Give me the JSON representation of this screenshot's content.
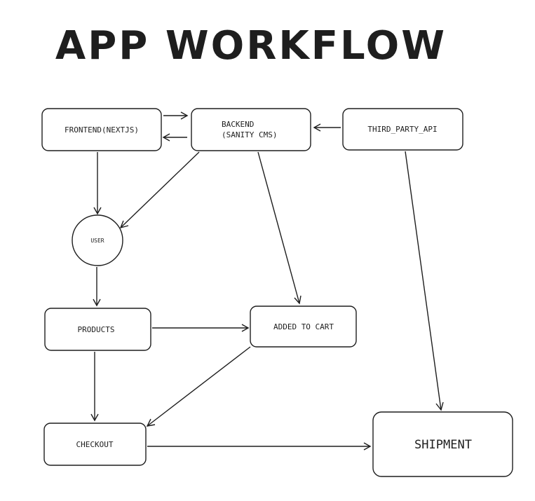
{
  "diagram": {
    "title": "APP WORKFLOW",
    "stroke_color": "#1e1e1e",
    "background_color": "#ffffff",
    "nodes": {
      "frontend": {
        "label": "FRONTEND(NEXTJS)"
      },
      "backend": {
        "label_line1": "BACKEND",
        "label_line2": "(SANITY CMS)"
      },
      "third_party_api": {
        "label": "THIRD_PARTY_API"
      },
      "user": {
        "label": "USER"
      },
      "products": {
        "label": "PRODUCTS"
      },
      "added_to_cart": {
        "label": "ADDED TO CART"
      },
      "checkout": {
        "label": "CHECKOUT"
      },
      "shipment": {
        "label": "SHIPMENT"
      }
    },
    "edges": [
      {
        "from": "frontend",
        "to": "backend"
      },
      {
        "from": "backend",
        "to": "frontend"
      },
      {
        "from": "third_party_api",
        "to": "backend"
      },
      {
        "from": "frontend",
        "to": "user"
      },
      {
        "from": "backend",
        "to": "user"
      },
      {
        "from": "backend",
        "to": "added_to_cart"
      },
      {
        "from": "third_party_api",
        "to": "shipment"
      },
      {
        "from": "user",
        "to": "products"
      },
      {
        "from": "products",
        "to": "added_to_cart"
      },
      {
        "from": "products",
        "to": "checkout"
      },
      {
        "from": "added_to_cart",
        "to": "checkout"
      },
      {
        "from": "checkout",
        "to": "shipment"
      }
    ]
  }
}
